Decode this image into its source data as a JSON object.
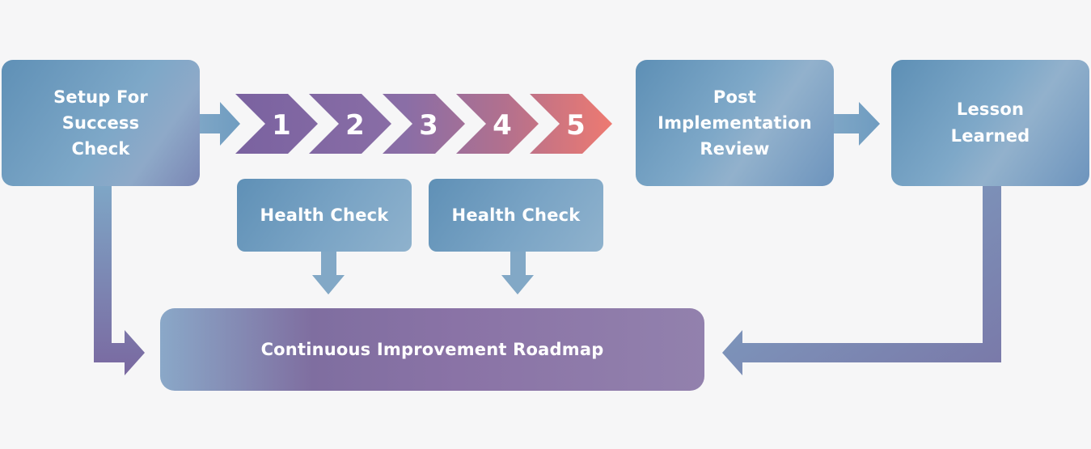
{
  "boxes": {
    "setup": "Setup For\nSuccess\nCheck",
    "post": "Post\nImplementation\nReview",
    "lesson": "Lesson\nLearned",
    "health_check_1": "Health Check",
    "health_check_2": "Health Check",
    "roadmap": "Continuous Improvement Roadmap"
  },
  "steps": [
    "1",
    "2",
    "3",
    "4",
    "5"
  ],
  "colors": {
    "background": "#f6f6f7",
    "box_blue": "#6d99be",
    "arrow_blue": "#7ea6c6",
    "arrow_purple": "#7d6aa0",
    "step_start": "#7a62a0",
    "step_end": "#ec7a72"
  }
}
